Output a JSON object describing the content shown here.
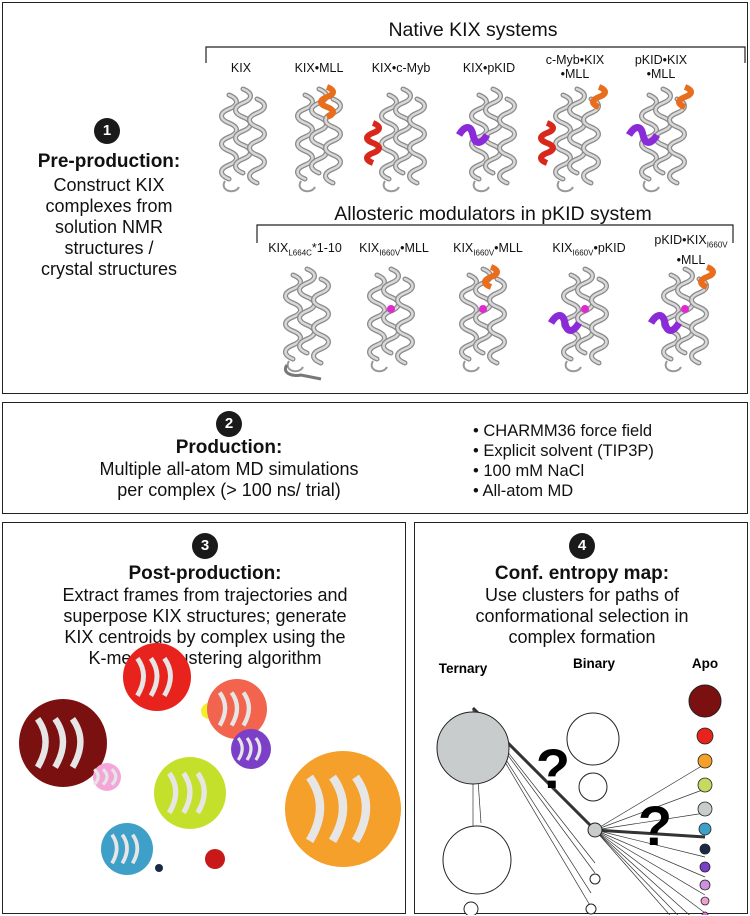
{
  "panel1": {
    "badge": "1",
    "title": "Pre-production:",
    "desc_lines": [
      "Construct KIX",
      "complexes from",
      "solution NMR",
      "structures /",
      "crystal structures"
    ],
    "native_header": "Native KIX systems",
    "native_labels": [
      {
        "l1": "KIX",
        "l2": ""
      },
      {
        "l1": "KIX•MLL",
        "l2": ""
      },
      {
        "l1": "KIX•c-Myb",
        "l2": ""
      },
      {
        "l1": "KIX•pKID",
        "l2": ""
      },
      {
        "l1": "c-Myb•KIX",
        "l2": "•MLL"
      },
      {
        "l1": "pKID•KIX",
        "l2": "•MLL"
      }
    ],
    "allo_header": "Allosteric modulators in pKID system",
    "allo_labels": [
      {
        "base": "KIX",
        "sub": "L664C",
        "rest": "*1-10",
        "l2": ""
      },
      {
        "base": "KIX",
        "sub": "I660V",
        "rest": "•MLL",
        "l2": ""
      },
      {
        "base": "KIX",
        "sub": "I660V",
        "rest": "•MLL",
        "l2": ""
      },
      {
        "base": "KIX",
        "sub": "I660V",
        "rest": "•pKID",
        "l2": ""
      },
      {
        "base": "pKID•KIX",
        "sub": "I660V",
        "rest": "",
        "l2": "•MLL"
      }
    ]
  },
  "panel2": {
    "badge": "2",
    "title": "Production:",
    "desc_lines": [
      "Multiple all-atom MD simulations",
      "per complex (> 100 ns/ trial)"
    ],
    "bullets": [
      "• CHARMM36 force field",
      "• Explicit solvent (TIP3P)",
      "• 100 mM NaCl",
      "• All-atom MD"
    ]
  },
  "panel3": {
    "badge": "3",
    "title": "Post-production:",
    "desc_lines": [
      "Extract frames from trajectories and",
      "superpose KIX structures; generate",
      "KIX centroids by complex using the",
      "K-means clustering algorithm"
    ],
    "cluster_colors": [
      "#7a1010",
      "#e8221c",
      "#f0f02a",
      "#f2644e",
      "#7b3fc8",
      "#f4a6d8",
      "#c5e02a",
      "#f4a02a",
      "#3ea0c8",
      "#1a2a44",
      "#c81818"
    ]
  },
  "panel4": {
    "badge": "4",
    "title": "Conf. entropy map:",
    "desc_lines": [
      "Use clusters for paths of",
      "conformational selection in",
      "complex formation"
    ],
    "labels": {
      "ternary": "Ternary",
      "binary": "Binary",
      "apo": "Apo"
    },
    "question": "?",
    "apo_colors": [
      "#e8221c",
      "#f4a02a",
      "#c8d860",
      "#c8cccc",
      "#3ea0c8",
      "#1a2a44",
      "#7b3fc8",
      "#d090e0",
      "#f0a0d0",
      "#e070d0",
      "#c020c0"
    ],
    "apo_top_color": "#7a1010",
    "ternary_color": "#c8cccc"
  }
}
